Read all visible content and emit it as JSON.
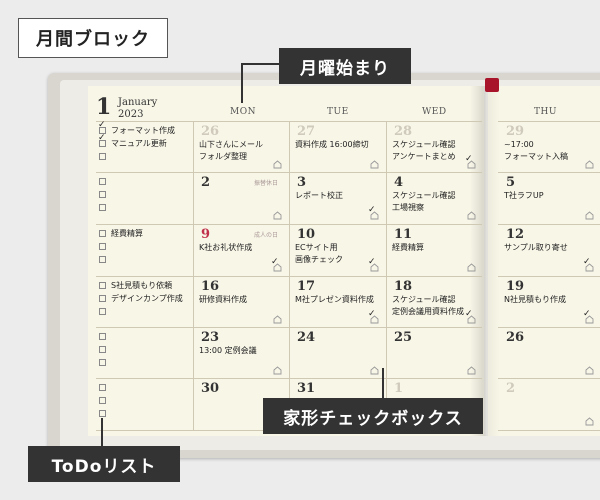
{
  "title": "月間ブロック",
  "callouts": {
    "month_start": "月曜始まり",
    "checkbox": "家形チェックボックス",
    "todo": "ToDoリスト"
  },
  "header": {
    "month_num": "1",
    "month_name": "January",
    "year": "2023",
    "days": [
      "MON",
      "TUE",
      "WED",
      "THU"
    ]
  },
  "todo_rows": [
    {
      "items": [
        {
          "text": "フォーマット作成",
          "checked": true
        },
        {
          "text": "マニュアル更新",
          "checked": true
        }
      ]
    },
    {
      "items": []
    },
    {
      "items": [
        {
          "text": "経費精算",
          "checked": false
        }
      ]
    },
    {
      "items": [
        {
          "text": "S社見積もり依頼",
          "checked": false
        },
        {
          "text": "デザインカンプ作成",
          "checked": false
        }
      ]
    },
    {
      "items": []
    },
    {
      "items": []
    }
  ],
  "days": [
    {
      "date": "26",
      "muted": true,
      "lines": [
        "山下さんにメール",
        "フォルダ整理"
      ],
      "checked": false
    },
    {
      "date": "27",
      "muted": true,
      "lines": [
        "資料作成 16:00締切"
      ],
      "checked": false
    },
    {
      "date": "28",
      "muted": true,
      "lines": [
        "スケジュール確認",
        "アンケートまとめ"
      ],
      "checked": true
    },
    {
      "date": "29",
      "muted": true,
      "lines": [
        "~17:00",
        "フォーマット入稿"
      ],
      "checked": false
    },
    {
      "date": "2",
      "holiday": "振替休日",
      "lines": [],
      "checked": false
    },
    {
      "date": "3",
      "lines": [
        "レポート校正"
      ],
      "checked": true
    },
    {
      "date": "4",
      "lines": [
        "スケジュール確認",
        "工場視察"
      ],
      "checked": false
    },
    {
      "date": "5",
      "lines": [
        "T社ラフUP"
      ],
      "checked": false
    },
    {
      "date": "9",
      "red": true,
      "holiday": "成人の日",
      "lines": [
        "K社お礼状作成"
      ],
      "checked": true
    },
    {
      "date": "10",
      "lines": [
        "ECサイト用",
        "画像チェック"
      ],
      "checked": true
    },
    {
      "date": "11",
      "lines": [
        "経費精算"
      ],
      "checked": false
    },
    {
      "date": "12",
      "lines": [
        "サンプル取り寄せ"
      ],
      "checked": true
    },
    {
      "date": "16",
      "lines": [
        "研修資料作成"
      ],
      "checked": false
    },
    {
      "date": "17",
      "lines": [
        "M社プレゼン資料作成"
      ],
      "checked": true
    },
    {
      "date": "18",
      "lines": [
        "スケジュール確認",
        "定例会議用資料作成"
      ],
      "checked": true
    },
    {
      "date": "19",
      "lines": [
        "N社見積もり作成"
      ],
      "checked": true
    },
    {
      "date": "23",
      "lines": [
        "13:00 定例会議"
      ],
      "checked": false
    },
    {
      "date": "24",
      "lines": [],
      "checked": false
    },
    {
      "date": "25",
      "lines": [],
      "checked": false
    },
    {
      "date": "26",
      "lines": [],
      "checked": false
    },
    {
      "date": "30",
      "lines": [],
      "checked": false
    },
    {
      "date": "31",
      "lines": [],
      "checked": false
    },
    {
      "date": "1",
      "muted": true,
      "lines": [],
      "checked": false
    },
    {
      "date": "2",
      "muted": true,
      "lines": [],
      "checked": false
    }
  ]
}
